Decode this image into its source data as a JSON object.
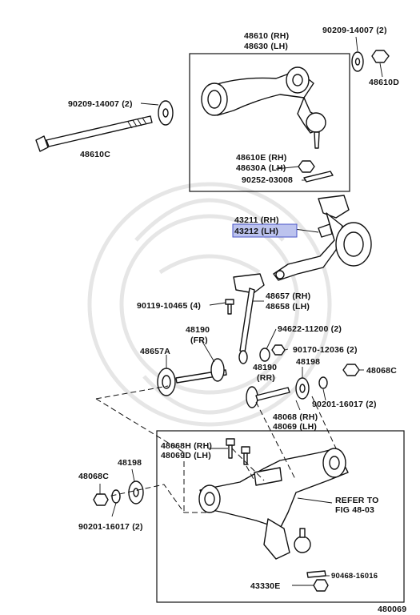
{
  "labels": {
    "upper_arm": [
      "48610 (RH)",
      "48630 (LH)"
    ],
    "bolt_top_right": "90209-14007 (2)",
    "nut_top_right": "48610D",
    "bolt_left": "90209-14007 (2)",
    "shaft_left": "48610C",
    "ball_joint_nut": [
      "48610E (RH)",
      "48630A (LH)"
    ],
    "cotter_pin_top": "90252-03008",
    "knuckle": [
      "43211 (RH)",
      "43212 (LH)"
    ],
    "bolt_small": "90119-10465 (4)",
    "strut_rod": [
      "48657 (RH)",
      "48658 (LH)"
    ],
    "washer_a": "94622-11200 (2)",
    "nut_a": "90170-12036 (2)",
    "bar_front": [
      "48190",
      "(FR)"
    ],
    "cushion_left": "48657A",
    "bar_rear": [
      "48190",
      "(RR)"
    ],
    "bushing_mid": "48198",
    "nut_right": "48068C",
    "washer_right": "90201-16017 (2)",
    "lower_arm": [
      "48068 (RH)",
      "48069 (LH)"
    ],
    "bolt_lower": [
      "48068H (RH)",
      "48069D (LH)"
    ],
    "nut_lower_left": "48068C",
    "bushing_lower_left": "48198",
    "washer_lower_left": "90201-16017 (2)",
    "refer": [
      "REFER TO",
      "FIG 48-03"
    ],
    "cotter_pin_bottom": "90468-16016",
    "nut_bottom": "43330E",
    "diagram_id": "480069"
  },
  "highlight": "#bcc3ee",
  "highlight_border": "#4a55c8"
}
